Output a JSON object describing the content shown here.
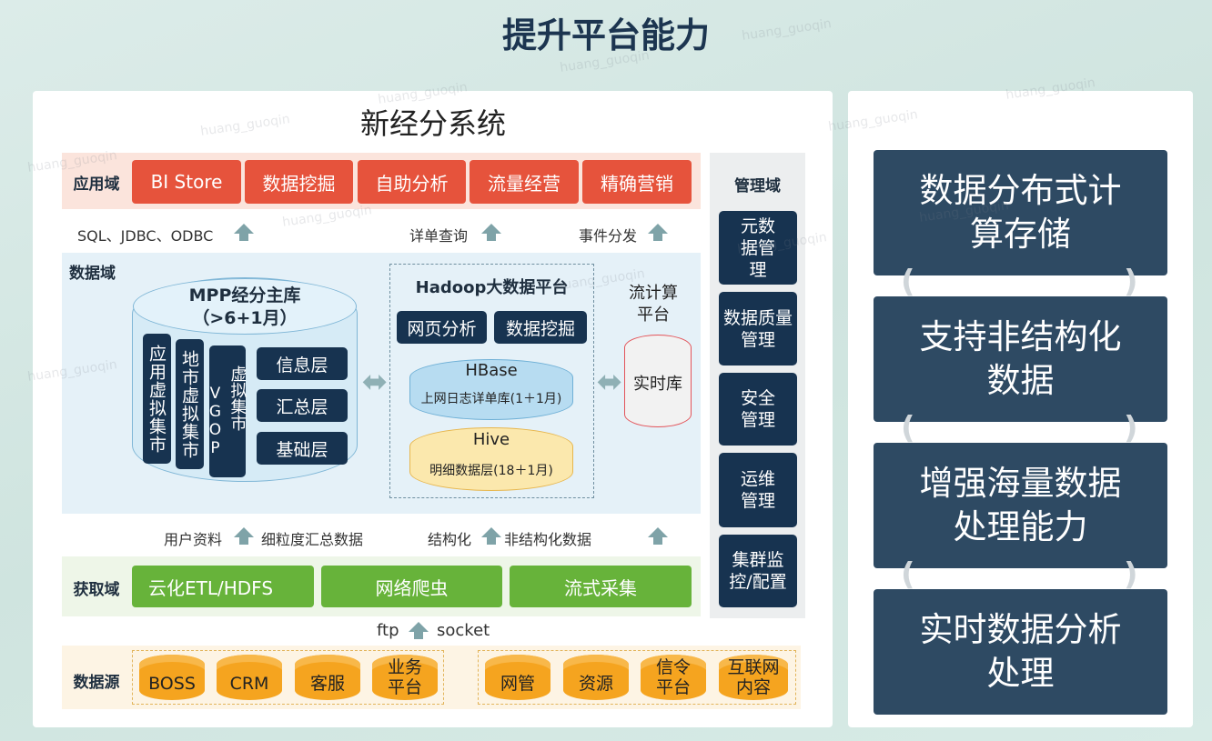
{
  "title": "提升平台能力",
  "watermark": "huang_guoqin",
  "system": {
    "title": "新经分系统",
    "app_domain": {
      "label": "应用域",
      "items": [
        "BI Store",
        "数据挖掘",
        "自助分析",
        "流量经营",
        "精确营销"
      ]
    },
    "app_arrows": [
      "SQL、JDBC、ODBC",
      "详单查询",
      "事件分发"
    ],
    "data_domain": {
      "label": "数据域",
      "mpp": {
        "title": "MPP经分主库",
        "subtitle": "（>6+1月）",
        "vertical": [
          "应用虚拟集市",
          "地市虚拟集市"
        ],
        "vgop_letters": "VGOP",
        "vgop_text": "虚拟集市",
        "layers": [
          "信息层",
          "汇总层",
          "基础层"
        ]
      },
      "hadoop": {
        "title": "Hadoop大数据平台",
        "buttons": [
          "网页分析",
          "数据挖掘"
        ],
        "hbase": {
          "title": "HBase",
          "desc": "上网日志详单库(1＋1月)"
        },
        "hive": {
          "title": "Hive",
          "desc": "明细数据层(18＋1月)"
        }
      },
      "stream": {
        "title": "流计算平台",
        "db": "实时库"
      }
    },
    "mid_arrows": [
      "用户资料",
      "细粒度汇总数据",
      "结构化",
      "非结构化数据"
    ],
    "acquire": {
      "label": "获取域",
      "items": [
        "云化ETL/HDFS",
        "网络爬虫",
        "流式采集"
      ]
    },
    "src_arrow": [
      "ftp",
      "socket"
    ],
    "source": {
      "label": "数据源",
      "group1": [
        "BOSS",
        "CRM",
        "客服",
        "业务平台"
      ],
      "group2": [
        "网管",
        "资源",
        "信令平台",
        "互联网内容"
      ]
    },
    "management": {
      "label": "管理域",
      "items": [
        "元数据管理",
        "数据质量管理",
        "安全管理",
        "运维管理",
        "集群监控/配置"
      ]
    }
  },
  "capabilities": [
    "数据分布式计算存储",
    "支持非结构化数据",
    "增强海量数据处理能力",
    "实时数据分析处理"
  ]
}
